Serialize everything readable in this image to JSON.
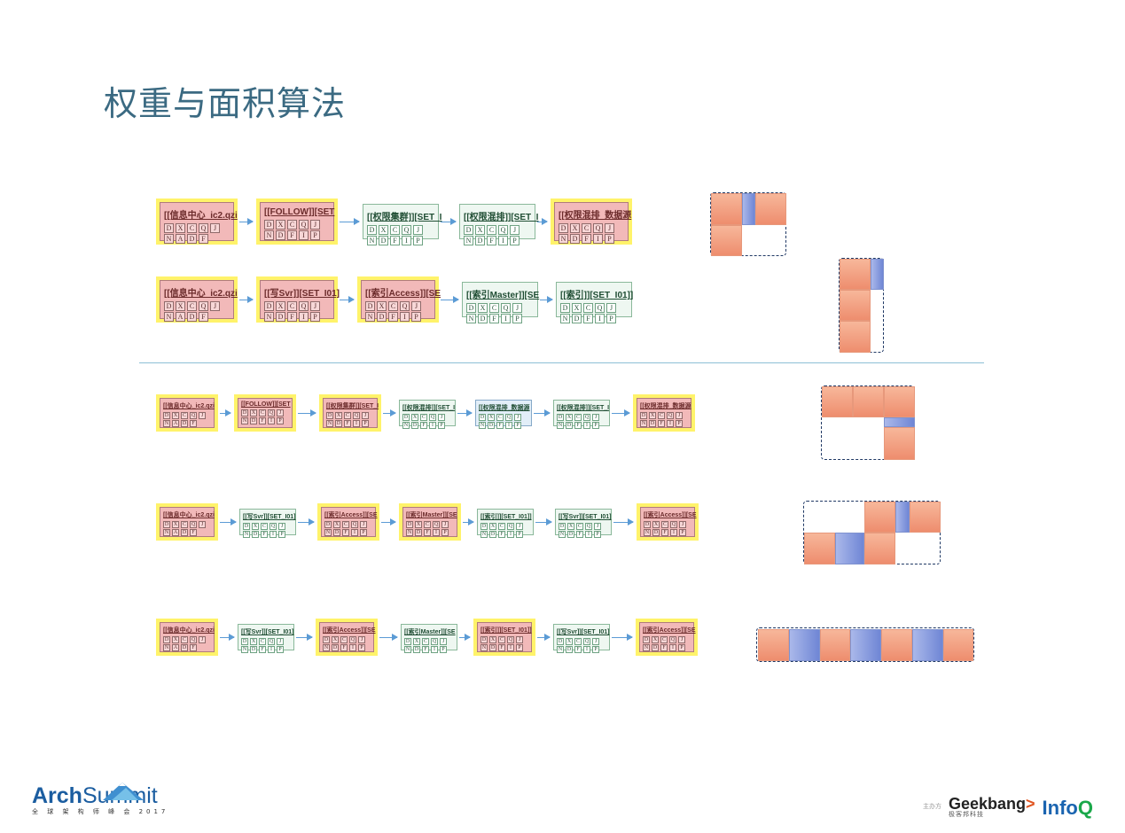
{
  "title": "权重与面积算法",
  "cell_row1": [
    "D",
    "X",
    "C",
    "Q",
    "J"
  ],
  "cell_row2_a": [
    "N",
    "A",
    "D",
    "F"
  ],
  "cell_row2_b": [
    "N",
    "D",
    "F",
    "I",
    "P"
  ],
  "flows": [
    {
      "nodes": [
        {
          "label": "[[信息中心_ic2.qzi",
          "hl": true,
          "row2": "a"
        },
        {
          "label": "[[FOLLOW]][SET",
          "hl": true,
          "row2": "b"
        },
        {
          "label": "[[权限集群]][SET_I",
          "hl": false,
          "row2": "b"
        },
        {
          "label": "[[权限混排]][SET_I",
          "hl": false,
          "row2": "b"
        },
        {
          "label": "[[权限混排_数据源",
          "hl": true,
          "row2": "b"
        }
      ]
    },
    {
      "nodes": [
        {
          "label": "[[信息中心_ic2.qzi",
          "hl": true,
          "row2": "a"
        },
        {
          "label": "[[写Svr]][SET_I01]",
          "hl": true,
          "row2": "b"
        },
        {
          "label": "[[索引Access]][SE",
          "hl": true,
          "row2": "b"
        },
        {
          "label": "[[索引Master]][SE",
          "hl": false,
          "row2": "b"
        },
        {
          "label": "[[索引]][SET_I01]]",
          "hl": false,
          "row2": "b"
        }
      ]
    },
    {
      "nodes": [
        {
          "label": "[[信息中心_ic2.qzi",
          "hl": true,
          "row2": "a"
        },
        {
          "label": "[[FOLLOW]][SET",
          "hl": true,
          "row2": "b"
        },
        {
          "label": "[[权限集群]][SET_I",
          "hl": true,
          "row2": "b"
        },
        {
          "label": "[[权限混排]][SET_I",
          "hl": false,
          "row2": "b"
        },
        {
          "label": "[[权限混排_数据源",
          "hl": false,
          "row2": "b",
          "blue": true
        },
        {
          "label": "[[权限混排]][SET_I",
          "hl": false,
          "row2": "b"
        },
        {
          "label": "[[权限混排_数据源",
          "hl": true,
          "row2": "b"
        }
      ]
    },
    {
      "nodes": [
        {
          "label": "[[信息中心_ic2.qzi",
          "hl": true,
          "row2": "a"
        },
        {
          "label": "[[写Svr]][SET_I01]",
          "hl": false,
          "row2": "b"
        },
        {
          "label": "[[索引Access]][SE",
          "hl": true,
          "row2": "b"
        },
        {
          "label": "[[索引Master]][SE",
          "hl": true,
          "row2": "b"
        },
        {
          "label": "[[索引]][SET_I01]]",
          "hl": false,
          "row2": "b"
        },
        {
          "label": "[[写Svr]][SET_I01]",
          "hl": false,
          "row2": "b"
        },
        {
          "label": "[[索引Access]][SE",
          "hl": true,
          "row2": "b"
        }
      ]
    },
    {
      "nodes": [
        {
          "label": "[[信息中心_ic2.qzi",
          "hl": true,
          "row2": "a"
        },
        {
          "label": "[[写Svr]][SET_I01]",
          "hl": false,
          "row2": "b"
        },
        {
          "label": "[[索引Access]][SE",
          "hl": true,
          "row2": "b"
        },
        {
          "label": "[[索引Master]][SE",
          "hl": false,
          "row2": "b"
        },
        {
          "label": "[[索引]][SET_I01]]",
          "hl": true,
          "row2": "b"
        },
        {
          "label": "[[写Svr]][SET_I01]",
          "hl": false,
          "row2": "b"
        },
        {
          "label": "[[索引Access]][SE",
          "hl": true,
          "row2": "b"
        }
      ]
    }
  ],
  "colors": {
    "orange": "#ee8d6e",
    "blue": "#6f86d5",
    "highlight": "#fff36a",
    "divider": "#8cc0d6",
    "title": "#3b6a82"
  },
  "logos": {
    "arch": "Arch",
    "summit": "Summit",
    "arch_cn": "全 球 架 构 师 峰 会 2017",
    "host": "主办方",
    "geek_a": "Geek",
    "geek_b": "bang",
    "geek_arrow": ">",
    "geek_cn": "极客邦科技",
    "infoq_a": "Info",
    "infoq_b": "Q"
  }
}
